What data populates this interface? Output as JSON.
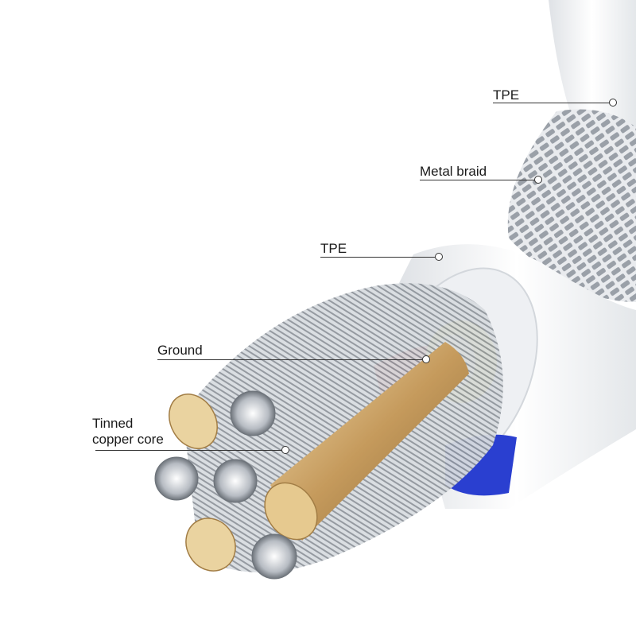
{
  "labels": {
    "tpe_outer": "TPE",
    "metal_braid": "Metal braid",
    "tpe_inner": "TPE",
    "ground": "Ground",
    "core_line1": "Tinned",
    "core_line2": "copper core"
  },
  "colors": {
    "jacket": "#f4f5f7",
    "braid": "#b9bec6",
    "copper": "#c9a36a",
    "tinned": "#cfd3d8",
    "red_wire": "#d8261c",
    "yellow_wire": "#e8d52a",
    "blue_wire": "#2a3fd0",
    "line": "#333333"
  }
}
